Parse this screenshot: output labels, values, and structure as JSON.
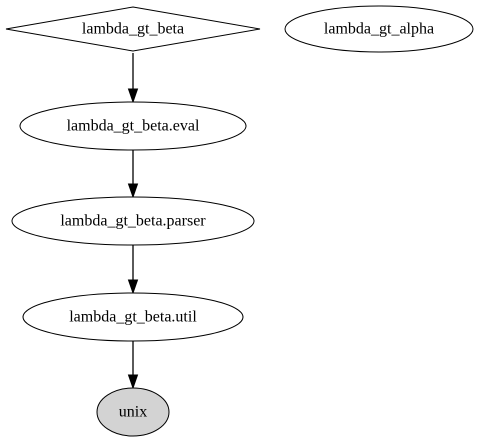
{
  "diagram": {
    "type": "directed-graph",
    "nodes": [
      {
        "id": "lambda_gt_beta",
        "label": "lambda_gt_beta",
        "shape": "diamond",
        "fill": "#ffffff"
      },
      {
        "id": "lambda_gt_alpha",
        "label": "lambda_gt_alpha",
        "shape": "ellipse",
        "fill": "#ffffff"
      },
      {
        "id": "eval",
        "label": "lambda_gt_beta.eval",
        "shape": "ellipse",
        "fill": "#ffffff"
      },
      {
        "id": "parser",
        "label": "lambda_gt_beta.parser",
        "shape": "ellipse",
        "fill": "#ffffff"
      },
      {
        "id": "util",
        "label": "lambda_gt_beta.util",
        "shape": "ellipse",
        "fill": "#ffffff"
      },
      {
        "id": "unix",
        "label": "unix",
        "shape": "ellipse",
        "fill": "#d3d3d3"
      }
    ],
    "edges": [
      {
        "from": "lambda_gt_beta",
        "to": "eval"
      },
      {
        "from": "eval",
        "to": "parser"
      },
      {
        "from": "parser",
        "to": "util"
      },
      {
        "from": "util",
        "to": "unix"
      }
    ]
  }
}
